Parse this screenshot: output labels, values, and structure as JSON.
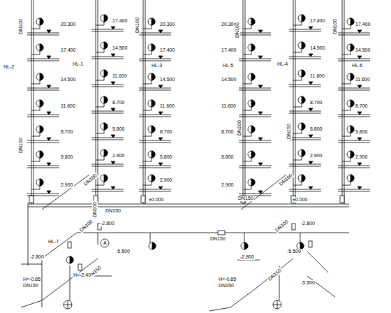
{
  "diagram": {
    "labels": [
      "HL-2",
      "DN100",
      "20.300",
      "17.400",
      "14.500",
      "11.600",
      "8.700",
      "5.800",
      "2.900",
      "DN100",
      "HL-1",
      "17.400",
      "14.500",
      "11.600",
      "8.700",
      "5.800",
      "2.900",
      "HL-3",
      "20.300",
      "17.400",
      "14.500",
      "11.600",
      "8.700",
      "DN100",
      "HL-5",
      "20.300",
      "17.400",
      "14.500",
      "11.600",
      "8.700",
      "5.800",
      "2.900",
      "DN100",
      "DN100",
      "HL-4",
      "17.400",
      "14.500",
      "11.600",
      "8.700",
      "5.800",
      "2.900",
      "DN150",
      "HL-6",
      "17.400",
      "14.500",
      "11.600",
      "8.700",
      "5.800",
      "2.900",
      "DN100",
      "5.800",
      "±0.000",
      "±0.000",
      "DN150",
      "DN150",
      "DN100",
      "DN100",
      "DN100",
      "DN100",
      "-2.800",
      "-2.800",
      "DN150",
      "HL-7",
      "A",
      "-5.500",
      "-5.500",
      "-2.800",
      "-2.800",
      "DN150",
      "-5.500",
      "H=-2.40",
      "H=-0.85",
      "DN150",
      "H=-0.85",
      "DN150",
      "DN100",
      "DN150",
      "2.900"
    ]
  }
}
